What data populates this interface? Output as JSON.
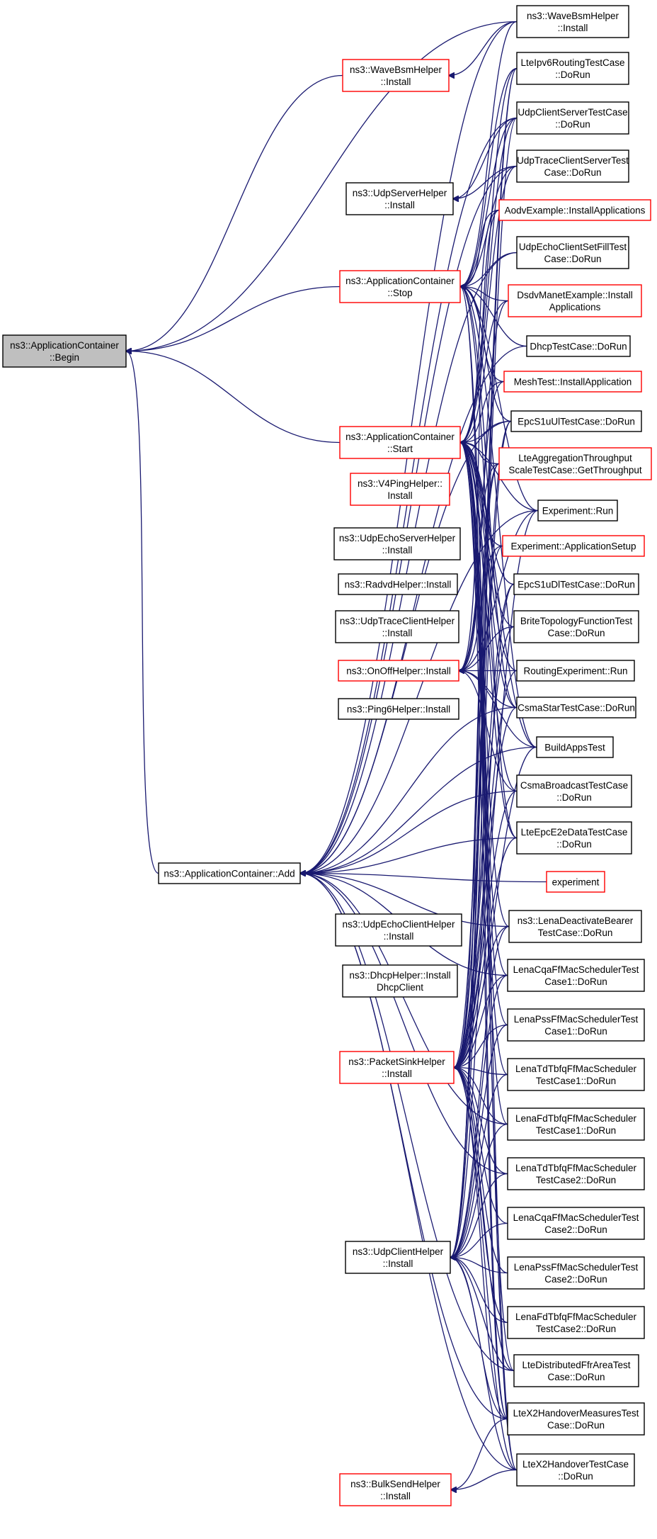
{
  "colors": {
    "edge": "#191970",
    "root_fill": "#bfbfbf",
    "normal_border": "#000000",
    "truncated_border": "#ff0000",
    "fill": "#ffffff"
  },
  "nodes": [
    {
      "id": "begin",
      "lines": [
        "ns3::ApplicationContainer",
        "::Begin"
      ],
      "style": "root"
    },
    {
      "id": "wavebsm_mid",
      "lines": [
        "ns3::WaveBsmHelper",
        "::Install"
      ],
      "style": "truncated"
    },
    {
      "id": "udpserver",
      "lines": [
        "ns3::UdpServerHelper",
        "::Install"
      ],
      "style": "normal"
    },
    {
      "id": "stop",
      "lines": [
        "ns3::ApplicationContainer",
        "::Stop"
      ],
      "style": "truncated"
    },
    {
      "id": "start",
      "lines": [
        "ns3::ApplicationContainer",
        "::Start"
      ],
      "style": "truncated"
    },
    {
      "id": "v4ping",
      "lines": [
        "ns3::V4PingHelper::",
        "Install"
      ],
      "style": "truncated"
    },
    {
      "id": "udpechoserver",
      "lines": [
        "ns3::UdpEchoServerHelper",
        "::Install"
      ],
      "style": "normal"
    },
    {
      "id": "radvd",
      "lines": [
        "ns3::RadvdHelper::Install"
      ],
      "style": "normal"
    },
    {
      "id": "udptraceclient",
      "lines": [
        "ns3::UdpTraceClientHelper",
        "::Install"
      ],
      "style": "normal"
    },
    {
      "id": "onoff",
      "lines": [
        "ns3::OnOffHelper::Install"
      ],
      "style": "truncated"
    },
    {
      "id": "ping6",
      "lines": [
        "ns3::Ping6Helper::Install"
      ],
      "style": "normal"
    },
    {
      "id": "add",
      "lines": [
        "ns3::ApplicationContainer::Add"
      ],
      "style": "normal"
    },
    {
      "id": "udpechoclient",
      "lines": [
        "ns3::UdpEchoClientHelper",
        "::Install"
      ],
      "style": "normal"
    },
    {
      "id": "dhcp",
      "lines": [
        "ns3::DhcpHelper::Install",
        "DhcpClient"
      ],
      "style": "normal"
    },
    {
      "id": "packetsink",
      "lines": [
        "ns3::PacketSinkHelper",
        "::Install"
      ],
      "style": "truncated"
    },
    {
      "id": "udpclient",
      "lines": [
        "ns3::UdpClientHelper",
        "::Install"
      ],
      "style": "normal"
    },
    {
      "id": "bulksend",
      "lines": [
        "ns3::BulkSendHelper",
        "::Install"
      ],
      "style": "truncated"
    },
    {
      "id": "wavebsm_r",
      "lines": [
        "ns3::WaveBsmHelper",
        "::Install"
      ],
      "style": "normal"
    },
    {
      "id": "lteipv6",
      "lines": [
        "LteIpv6RoutingTestCase",
        "::DoRun"
      ],
      "style": "normal"
    },
    {
      "id": "udpcs",
      "lines": [
        "UdpClientServerTestCase",
        "::DoRun"
      ],
      "style": "normal"
    },
    {
      "id": "udptcs",
      "lines": [
        "UdpTraceClientServerTest",
        "Case::DoRun"
      ],
      "style": "normal"
    },
    {
      "id": "aodv",
      "lines": [
        "AodvExample::InstallApplications"
      ],
      "style": "truncated"
    },
    {
      "id": "udpecsf",
      "lines": [
        "UdpEchoClientSetFillTest",
        "Case::DoRun"
      ],
      "style": "normal"
    },
    {
      "id": "dsdv",
      "lines": [
        "DsdvManetExample::Install",
        "Applications"
      ],
      "style": "truncated"
    },
    {
      "id": "dhcptest",
      "lines": [
        "DhcpTestCase::DoRun"
      ],
      "style": "normal"
    },
    {
      "id": "meshtest",
      "lines": [
        "MeshTest::InstallApplication"
      ],
      "style": "truncated"
    },
    {
      "id": "epcs1uul",
      "lines": [
        "EpcS1uUlTestCase::DoRun"
      ],
      "style": "normal"
    },
    {
      "id": "lteagg",
      "lines": [
        "LteAggregationThroughput",
        "ScaleTestCase::GetThroughput"
      ],
      "style": "truncated"
    },
    {
      "id": "exprun",
      "lines": [
        "Experiment::Run"
      ],
      "style": "normal"
    },
    {
      "id": "expsetup",
      "lines": [
        "Experiment::ApplicationSetup"
      ],
      "style": "truncated"
    },
    {
      "id": "epcs1udl",
      "lines": [
        "EpcS1uDlTestCase::DoRun"
      ],
      "style": "normal"
    },
    {
      "id": "brite",
      "lines": [
        "BriteTopologyFunctionTest",
        "Case::DoRun"
      ],
      "style": "normal"
    },
    {
      "id": "routingexp",
      "lines": [
        "RoutingExperiment::Run"
      ],
      "style": "normal"
    },
    {
      "id": "csmastar",
      "lines": [
        "CsmaStarTestCase::DoRun"
      ],
      "style": "normal"
    },
    {
      "id": "buildapps",
      "lines": [
        "BuildAppsTest"
      ],
      "style": "normal"
    },
    {
      "id": "csmabcast",
      "lines": [
        "CsmaBroadcastTestCase",
        "::DoRun"
      ],
      "style": "normal"
    },
    {
      "id": "lteepce2e",
      "lines": [
        "LteEpcE2eDataTestCase",
        "::DoRun"
      ],
      "style": "normal"
    },
    {
      "id": "experiment",
      "lines": [
        "experiment"
      ],
      "style": "truncated"
    },
    {
      "id": "lenadeact",
      "lines": [
        "ns3::LenaDeactivateBearer",
        "TestCase::DoRun"
      ],
      "style": "normal"
    },
    {
      "id": "cqa1",
      "lines": [
        "LenaCqaFfMacSchedulerTest",
        "Case1::DoRun"
      ],
      "style": "normal"
    },
    {
      "id": "pss1",
      "lines": [
        "LenaPssFfMacSchedulerTest",
        "Case1::DoRun"
      ],
      "style": "normal"
    },
    {
      "id": "tdtbfq1",
      "lines": [
        "LenaTdTbfqFfMacScheduler",
        "TestCase1::DoRun"
      ],
      "style": "normal"
    },
    {
      "id": "fdtbfq1",
      "lines": [
        "LenaFdTbfqFfMacScheduler",
        "TestCase1::DoRun"
      ],
      "style": "normal"
    },
    {
      "id": "tdtbfq2",
      "lines": [
        "LenaTdTbfqFfMacScheduler",
        "TestCase2::DoRun"
      ],
      "style": "normal"
    },
    {
      "id": "cqa2",
      "lines": [
        "LenaCqaFfMacSchedulerTest",
        "Case2::DoRun"
      ],
      "style": "normal"
    },
    {
      "id": "pss2",
      "lines": [
        "LenaPssFfMacSchedulerTest",
        "Case2::DoRun"
      ],
      "style": "normal"
    },
    {
      "id": "fdtbfq2",
      "lines": [
        "LenaFdTbfqFfMacScheduler",
        "TestCase2::DoRun"
      ],
      "style": "normal"
    },
    {
      "id": "ltedistffr",
      "lines": [
        "LteDistributedFfrAreaTest",
        "Case::DoRun"
      ],
      "style": "normal"
    },
    {
      "id": "ltex2meas",
      "lines": [
        "LteX2HandoverMeasuresTest",
        "Case::DoRun"
      ],
      "style": "normal"
    },
    {
      "id": "ltex2",
      "lines": [
        "LteX2HandoverTestCase",
        "::DoRun"
      ],
      "style": "normal"
    }
  ],
  "edges": [
    {
      "from": "wavebsm_mid",
      "to": "begin"
    },
    {
      "from": "wavebsm_r",
      "to": "begin"
    },
    {
      "from": "stop",
      "to": "begin"
    },
    {
      "from": "start",
      "to": "begin"
    },
    {
      "from": "add",
      "to": "begin"
    },
    {
      "from": "wavebsm_r",
      "to": "wavebsm_mid"
    },
    {
      "from": "udpcs",
      "to": "udpserver"
    },
    {
      "from": "udptcs",
      "to": "udpserver"
    },
    {
      "from": "wavebsm_r",
      "to": "stop"
    },
    {
      "from": "lteipv6",
      "to": "stop"
    },
    {
      "from": "udpcs",
      "to": "stop"
    },
    {
      "from": "udptcs",
      "to": "stop"
    },
    {
      "from": "aodv",
      "to": "stop"
    },
    {
      "from": "udpecsf",
      "to": "stop"
    },
    {
      "from": "dsdv",
      "to": "stop"
    },
    {
      "from": "dhcptest",
      "to": "stop"
    },
    {
      "from": "meshtest",
      "to": "stop"
    },
    {
      "from": "epcs1uul",
      "to": "stop"
    },
    {
      "from": "exprun",
      "to": "stop"
    },
    {
      "from": "csmastar",
      "to": "stop"
    },
    {
      "from": "buildapps",
      "to": "stop"
    },
    {
      "from": "lteepce2e",
      "to": "stop"
    },
    {
      "from": "ltex2meas",
      "to": "stop"
    },
    {
      "from": "ltex2",
      "to": "stop"
    },
    {
      "from": "lteipv6",
      "to": "start"
    },
    {
      "from": "udpcs",
      "to": "start"
    },
    {
      "from": "udptcs",
      "to": "start"
    },
    {
      "from": "aodv",
      "to": "start"
    },
    {
      "from": "dsdv",
      "to": "start"
    },
    {
      "from": "meshtest",
      "to": "start"
    },
    {
      "from": "epcs1uul",
      "to": "start"
    },
    {
      "from": "lteagg",
      "to": "start"
    },
    {
      "from": "exprun",
      "to": "start"
    },
    {
      "from": "expsetup",
      "to": "start"
    },
    {
      "from": "epcs1udl",
      "to": "start"
    },
    {
      "from": "brite",
      "to": "start"
    },
    {
      "from": "routingexp",
      "to": "start"
    },
    {
      "from": "csmastar",
      "to": "start"
    },
    {
      "from": "buildapps",
      "to": "start"
    },
    {
      "from": "csmabcast",
      "to": "start"
    },
    {
      "from": "lteepce2e",
      "to": "start"
    },
    {
      "from": "lenadeact",
      "to": "start"
    },
    {
      "from": "cqa1",
      "to": "start"
    },
    {
      "from": "pss1",
      "to": "start"
    },
    {
      "from": "tdtbfq1",
      "to": "start"
    },
    {
      "from": "fdtbfq1",
      "to": "start"
    },
    {
      "from": "ltedistffr",
      "to": "start"
    },
    {
      "from": "ltex2meas",
      "to": "start"
    },
    {
      "from": "ltex2",
      "to": "start"
    },
    {
      "from": "aodv",
      "to": "onoff"
    },
    {
      "from": "dsdv",
      "to": "onoff"
    },
    {
      "from": "exprun",
      "to": "onoff"
    },
    {
      "from": "expsetup",
      "to": "onoff"
    },
    {
      "from": "brite",
      "to": "onoff"
    },
    {
      "from": "routingexp",
      "to": "onoff"
    },
    {
      "from": "csmastar",
      "to": "onoff"
    },
    {
      "from": "buildapps",
      "to": "onoff"
    },
    {
      "from": "csmabcast",
      "to": "onoff"
    },
    {
      "from": "lteagg",
      "to": "onoff"
    },
    {
      "from": "meshtest",
      "to": "onoff"
    },
    {
      "from": "wavebsm_r",
      "to": "add"
    },
    {
      "from": "udpcs",
      "to": "add"
    },
    {
      "from": "udptcs",
      "to": "add"
    },
    {
      "from": "udpecsf",
      "to": "add"
    },
    {
      "from": "exprun",
      "to": "add"
    },
    {
      "from": "csmastar",
      "to": "add"
    },
    {
      "from": "buildapps",
      "to": "add"
    },
    {
      "from": "csmabcast",
      "to": "add"
    },
    {
      "from": "lteepce2e",
      "to": "add"
    },
    {
      "from": "experiment",
      "to": "add"
    },
    {
      "from": "lenadeact",
      "to": "add"
    },
    {
      "from": "cqa1",
      "to": "add"
    },
    {
      "from": "fdtbfq1",
      "to": "add"
    },
    {
      "from": "tdtbfq2",
      "to": "add"
    },
    {
      "from": "ltedistffr",
      "to": "add"
    },
    {
      "from": "ltex2meas",
      "to": "add"
    },
    {
      "from": "ltex2",
      "to": "add"
    },
    {
      "from": "dhcptest",
      "to": "add"
    },
    {
      "from": "epcs1uul",
      "to": "add"
    },
    {
      "from": "exprun",
      "to": "packetsink"
    },
    {
      "from": "expsetup",
      "to": "packetsink"
    },
    {
      "from": "epcs1uul",
      "to": "packetsink"
    },
    {
      "from": "epcs1udl",
      "to": "packetsink"
    },
    {
      "from": "brite",
      "to": "packetsink"
    },
    {
      "from": "routingexp",
      "to": "packetsink"
    },
    {
      "from": "csmastar",
      "to": "packetsink"
    },
    {
      "from": "buildapps",
      "to": "packetsink"
    },
    {
      "from": "csmabcast",
      "to": "packetsink"
    },
    {
      "from": "lteepce2e",
      "to": "packetsink"
    },
    {
      "from": "lenadeact",
      "to": "packetsink"
    },
    {
      "from": "cqa1",
      "to": "packetsink"
    },
    {
      "from": "pss1",
      "to": "packetsink"
    },
    {
      "from": "tdtbfq1",
      "to": "packetsink"
    },
    {
      "from": "fdtbfq1",
      "to": "packetsink"
    },
    {
      "from": "tdtbfq2",
      "to": "packetsink"
    },
    {
      "from": "cqa2",
      "to": "packetsink"
    },
    {
      "from": "pss2",
      "to": "packetsink"
    },
    {
      "from": "fdtbfq2",
      "to": "packetsink"
    },
    {
      "from": "ltedistffr",
      "to": "packetsink"
    },
    {
      "from": "ltex2meas",
      "to": "packetsink"
    },
    {
      "from": "ltex2",
      "to": "packetsink"
    },
    {
      "from": "lteipv6",
      "to": "packetsink"
    },
    {
      "from": "lteagg",
      "to": "packetsink"
    },
    {
      "from": "udpcs",
      "to": "udpclient"
    },
    {
      "from": "lenadeact",
      "to": "udpclient"
    },
    {
      "from": "cqa1",
      "to": "udpclient"
    },
    {
      "from": "pss1",
      "to": "udpclient"
    },
    {
      "from": "tdtbfq1",
      "to": "udpclient"
    },
    {
      "from": "fdtbfq1",
      "to": "udpclient"
    },
    {
      "from": "tdtbfq2",
      "to": "udpclient"
    },
    {
      "from": "cqa2",
      "to": "udpclient"
    },
    {
      "from": "pss2",
      "to": "udpclient"
    },
    {
      "from": "fdtbfq2",
      "to": "udpclient"
    },
    {
      "from": "ltedistffr",
      "to": "udpclient"
    },
    {
      "from": "ltex2meas",
      "to": "udpclient"
    },
    {
      "from": "ltex2",
      "to": "udpclient"
    },
    {
      "from": "lteipv6",
      "to": "udpclient"
    },
    {
      "from": "epcs1uul",
      "to": "udpclient"
    },
    {
      "from": "epcs1udl",
      "to": "udpclient"
    },
    {
      "from": "lteagg",
      "to": "udpclient"
    },
    {
      "from": "ltex2meas",
      "to": "bulksend"
    },
    {
      "from": "ltex2",
      "to": "bulksend"
    }
  ]
}
